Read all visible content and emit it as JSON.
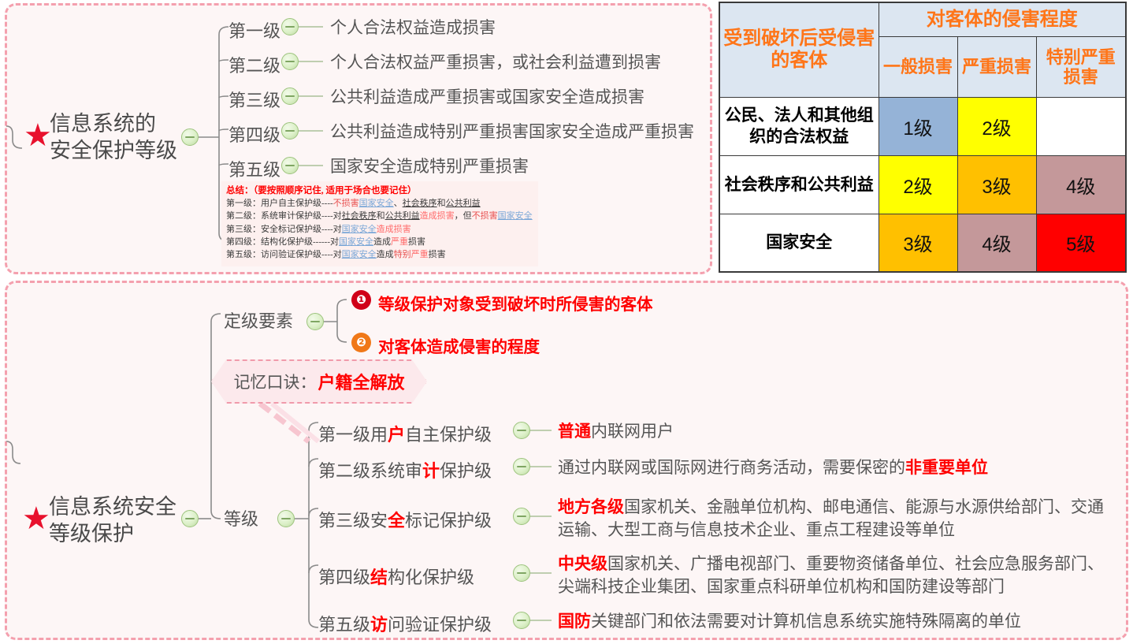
{
  "panels": {
    "top": {
      "name": "信息系统的安全保护等级"
    },
    "bottom": {
      "name": "信息系统安全等级保护"
    }
  },
  "top_map": {
    "root_line1": "信息系统的",
    "root_line2": "安全保护等级",
    "levels": [
      {
        "level": "第一级",
        "desc": "个人合法权益造成损害"
      },
      {
        "level": "第二级",
        "desc": "个人合法权益严重损害，或社会利益遭到损害"
      },
      {
        "level": "第三级",
        "desc": "公共利益造成严重损害或国家安全造成损害"
      },
      {
        "level": "第四级",
        "desc": "公共利益造成特别严重损害国家安全造成严重损害"
      },
      {
        "level": "第五级",
        "desc": "国家安全造成特别严重损害"
      }
    ],
    "summary": {
      "title": "总结：（要按照顺序记住, 适用于场合也要记住）",
      "lines": [
        "第一级：用户自主保护级----不损害国家安全、社会秩序和公共利益",
        "第二级：系统审计保护级----对社会秩序和公共利益造成损害，但不损害国家安全",
        "第三级：安全标记保护级----对国家安全造成损害",
        "第四级：结构化保护级------对国家安全造成严重损害",
        "第五级：访问验证保护级----对国家安全造成特别严重损害"
      ]
    }
  },
  "table": {
    "corner_header": "受到破坏后受侵害的客体",
    "top_header": "对客体的侵害程度",
    "col_headers": [
      "一般损害",
      "严重损害",
      "特别严重损害"
    ],
    "rows": [
      {
        "label": "公民、法人和其他组织的合法权益",
        "cells": [
          {
            "value": "1级",
            "color": "#95b3d7"
          },
          {
            "value": "2级",
            "color": "#ffff00"
          },
          {
            "value": "",
            "color": "#ffffff"
          }
        ]
      },
      {
        "label": "社会秩序和公共利益",
        "cells": [
          {
            "value": "2级",
            "color": "#ffff00"
          },
          {
            "value": "3级",
            "color": "#ffc000"
          },
          {
            "value": "4级",
            "color": "#c4989a"
          }
        ]
      },
      {
        "label": "国家安全",
        "cells": [
          {
            "value": "3级",
            "color": "#ffc000"
          },
          {
            "value": "4级",
            "color": "#c4989a"
          },
          {
            "value": "5级",
            "color": "#ff0000"
          }
        ]
      }
    ]
  },
  "bottom_map": {
    "root_line1": "信息系统安全",
    "root_line2": "等级保护",
    "branch_dingji": "定级要素",
    "branch_dengji": "等级",
    "factors": [
      {
        "num": "❶",
        "text": "等级保护对象受到破坏时所侵害的客体"
      },
      {
        "num": "❷",
        "text": "对客体造成侵害的程度"
      }
    ],
    "mnemonic_label": "记忆口诀：",
    "mnemonic_value": "户籍全解放",
    "levels": [
      {
        "label_pre": "第一级用",
        "label_hl": "户",
        "label_post": "自主保护级",
        "desc_hl": "普通",
        "desc_rest": "内联网用户",
        "desc_tail": ""
      },
      {
        "label_pre": "第二级系统审",
        "label_hl": "计",
        "label_post": "保护级",
        "desc_hl": "",
        "desc_rest": "通过内联网或国际网进行商务活动，需要保密的",
        "desc_tail": "非重要单位"
      },
      {
        "label_pre": "第三级安",
        "label_hl": "全",
        "label_post": "标记保护级",
        "desc_hl": "地方各级",
        "desc_rest": "国家机关、金融单位机构、邮电通信、能源与水源供给部门、交通运输、大型工商与信息技术企业、重点工程建设等单位",
        "desc_tail": ""
      },
      {
        "label_pre": "第四级",
        "label_hl": "结",
        "label_post": "构化保护级",
        "desc_hl": "中央级",
        "desc_rest": "国家机关、广播电视部门、重要物资储备单位、社会应急服务部门、尖端科技企业集团、国家重点科研单位机构和国防建设等部门",
        "desc_tail": ""
      },
      {
        "label_pre": "第五级",
        "label_hl": "访",
        "label_post": "问验证保护级",
        "desc_hl": "国防",
        "desc_rest": "关键部门和依法需要对计算机信息系统实施特殊隔离的单位",
        "desc_tail": ""
      }
    ]
  },
  "colors": {
    "panel_border": "#f4a0ae",
    "panel_bg": "#fdf6f6",
    "star": "#e8112d",
    "accent_red": "#ff0000",
    "table_header_bg": "#dce6f1",
    "table_header_text": "#ff7518"
  }
}
